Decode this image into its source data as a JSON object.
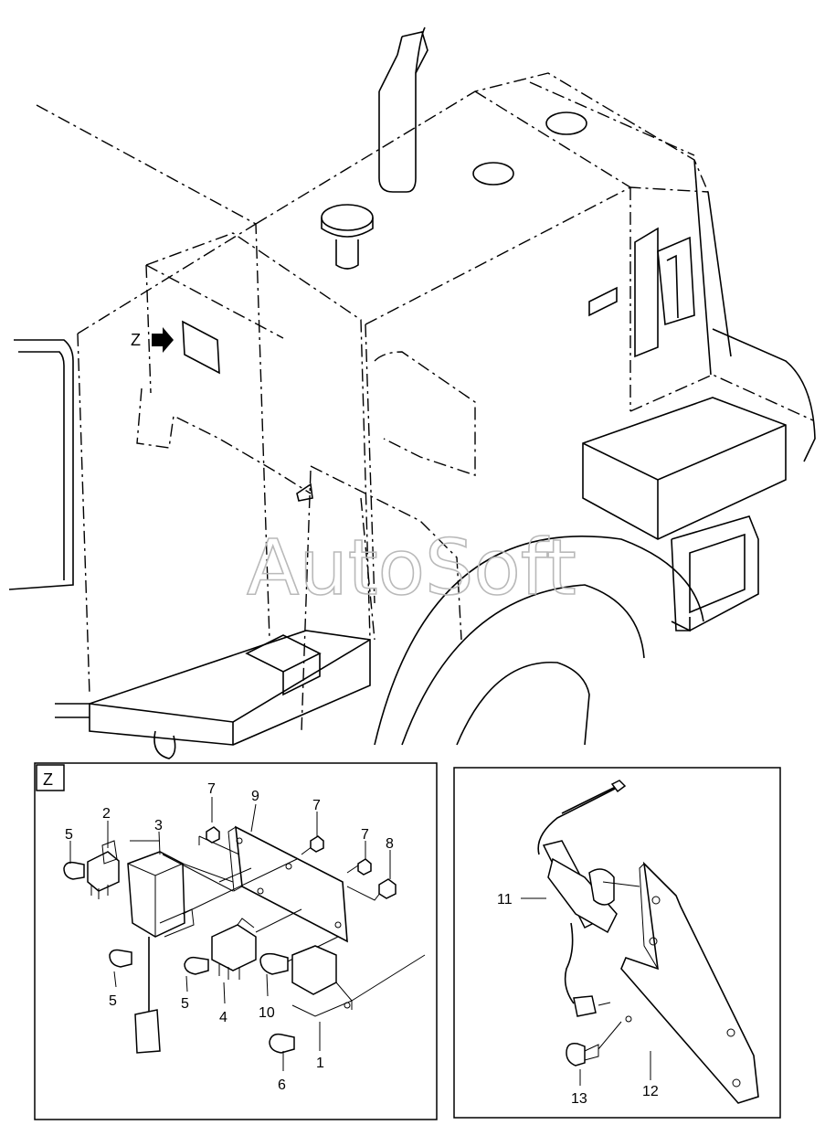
{
  "overview": {
    "view_marker": "Z",
    "watermark": "AutoSoft"
  },
  "detail_z": {
    "box_label": "Z",
    "callouts": [
      "1",
      "2",
      "3",
      "4",
      "5",
      "5",
      "5",
      "6",
      "7",
      "7",
      "7",
      "8",
      "9",
      "10"
    ]
  },
  "detail_right": {
    "callouts": [
      "11",
      "12",
      "13"
    ]
  }
}
